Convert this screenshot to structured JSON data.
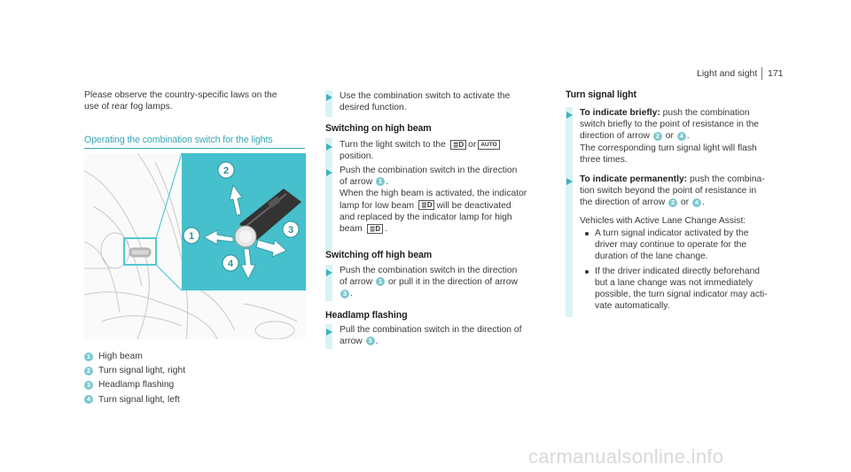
{
  "page": {
    "header": "Light and sight",
    "number": "171"
  },
  "col1": {
    "intro": [
      "Please observe the country-specific laws on the",
      "use of rear fog lamps."
    ],
    "section_title": "Operating the combination switch for the lights",
    "legend": [
      {
        "n": "1",
        "text": "High beam"
      },
      {
        "n": "2",
        "text": "Turn signal light, right"
      },
      {
        "n": "3",
        "text": "Headlamp flashing"
      },
      {
        "n": "4",
        "text": "Turn signal light, left"
      }
    ]
  },
  "col2": {
    "step0": [
      "Use the combination switch to activate the",
      "desired function."
    ],
    "h_high_on": "Switching on high beam",
    "s1_a": "Turn the light switch to the",
    "s1_or": "or",
    "s1_b": "position.",
    "sym_low": "≣D",
    "sym_auto": "AUTO",
    "sym_high": "≣D",
    "s2_a": "Push the combination switch in the direction",
    "s2_b": "of arrow",
    "s2_c": "When the high beam is activated, the indicator",
    "s2_d": "lamp for low beam",
    "s2_e": "will be deactivated",
    "s2_f": "and replaced by the indicator lamp for high",
    "s2_g": "beam",
    "h_high_off": "Switching off high beam",
    "s3_a": "Push the combination switch in the direction",
    "s3_b": "of arrow",
    "s3_c": "or pull it in the direction of arrow",
    "h_flash": "Headlamp flashing",
    "s4_a": "Pull the combination switch in the direction of",
    "s4_b": "arrow"
  },
  "col3": {
    "h_turn": "Turn signal light",
    "t1_label": "To indicate briefly:",
    "t1_a": "push the combination",
    "t1_b": "switch briefly to the point of resistance in the",
    "t1_c": "direction of arrow",
    "t1_or": "or",
    "t1_d": "The corresponding turn signal light will flash",
    "t1_e": "three times.",
    "t2_label": "To indicate permanently:",
    "t2_a": "push the combina-",
    "t2_b": "tion switch beyond the point of resistance in",
    "t2_c": "the direction of arrow",
    "t2_or": "or",
    "assist": "Vehicles with Active Lane Change Assist:",
    "bullets": [
      [
        "A turn signal indicator activated by the",
        "driver may continue to operate for the",
        "duration of the lane change."
      ],
      [
        "If the driver indicated directly beforehand",
        "but a lane change was not immediately",
        "possible, the turn signal indicator may acti-",
        "vate automatically."
      ]
    ]
  },
  "figure": {
    "labels": [
      "1",
      "2",
      "3",
      "4"
    ]
  },
  "watermark": "carmanualsonline.info"
}
